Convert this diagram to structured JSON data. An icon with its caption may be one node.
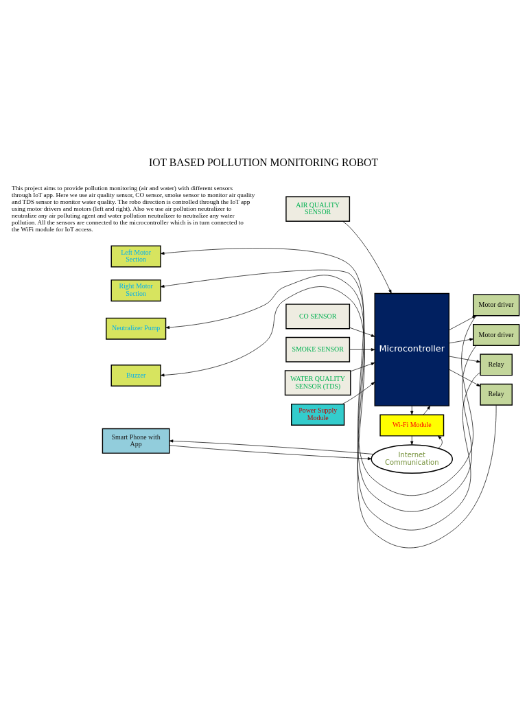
{
  "diagram": {
    "title": "IOT BASED POLLUTION MONITORING ROBOT",
    "nodes": [
      {
        "text": [
          "Microcontroller"
        ]
      },
      {
        "text": [
          "AIR QUALITY SENSOR"
        ]
      },
      {
        "text": [
          "CO SENSOR"
        ]
      },
      {
        "text": [
          "SMOKE SENSOR"
        ]
      },
      {
        "text": [
          "WATER QUALITY SENSOR (TDS)"
        ]
      },
      {
        "text": [
          "Power Supply Module"
        ]
      },
      {
        "text": [
          "Motor driver"
        ]
      },
      {
        "text": [
          "Left Motor Section"
        ]
      },
      {
        "text": [
          "Motor driver"
        ]
      },
      {
        "text": [
          "Right Motor Section"
        ]
      },
      {
        "text": [
          "Relay"
        ]
      },
      {
        "text": [
          "Neutralizer Pump"
        ]
      },
      {
        "text": [
          "Relay"
        ]
      },
      {
        "text": [
          "Buzzer"
        ]
      },
      {
        "text": [
          "Wi-Fi Module"
        ]
      },
      {
        "text": [
          "Internet Communication"
        ]
      },
      {
        "text": [
          "Smart Phone with App"
        ]
      }
    ],
    "edges": [
      {
        "from": 1,
        "to": 0,
        "arrow": "to"
      },
      {
        "from": 2,
        "to": 0,
        "arrow": "to"
      },
      {
        "from": 3,
        "to": 0,
        "arrow": "to"
      },
      {
        "from": 4,
        "to": 0,
        "arrow": "to"
      },
      {
        "from": 5,
        "to": 0,
        "arrow": "to"
      },
      {
        "from": 0,
        "to": 6,
        "arrow": "to"
      },
      {
        "from": 6,
        "to": 7,
        "arrow": "to"
      },
      {
        "from": 0,
        "to": 8,
        "arrow": "to"
      },
      {
        "from": 8,
        "to": 9,
        "arrow": "to"
      },
      {
        "from": 0,
        "to": 10,
        "arrow": "to"
      },
      {
        "from": 10,
        "to": 11,
        "arrow": "to"
      },
      {
        "from": 0,
        "to": 12,
        "arrow": "to"
      },
      {
        "from": 12,
        "to": 13,
        "arrow": "to"
      },
      {
        "from": 14,
        "to": 0,
        "arrow": "to"
      },
      {
        "from": 0,
        "to": 14,
        "arrow": "to"
      },
      {
        "from": 15,
        "to": 14,
        "arrow": "to"
      },
      {
        "from": 14,
        "to": 15,
        "arrow": "to"
      },
      {
        "from": 16,
        "to": 15,
        "arrow": "to"
      },
      {
        "from": 15,
        "to": 16,
        "arrow": "to"
      }
    ],
    "labels": [
      "This project aims to provide pollution monitoring (air and water) with different sensors through IoT app. Here we use air quality sensor, CO sensor, smoke sensor to monitor air quality and TDS sensor to monitor water quality. The robo direction is controlled through the IoT app using motor drivers and motors (left and right). Also we use air pollution neutralizer to neutralize any air polluting agent and water pollution neutralizer to neutralize any water pollution. All the sensors are connected to the microcontroller which is in turn connected to the WiFi module for IoT access."
    ]
  }
}
